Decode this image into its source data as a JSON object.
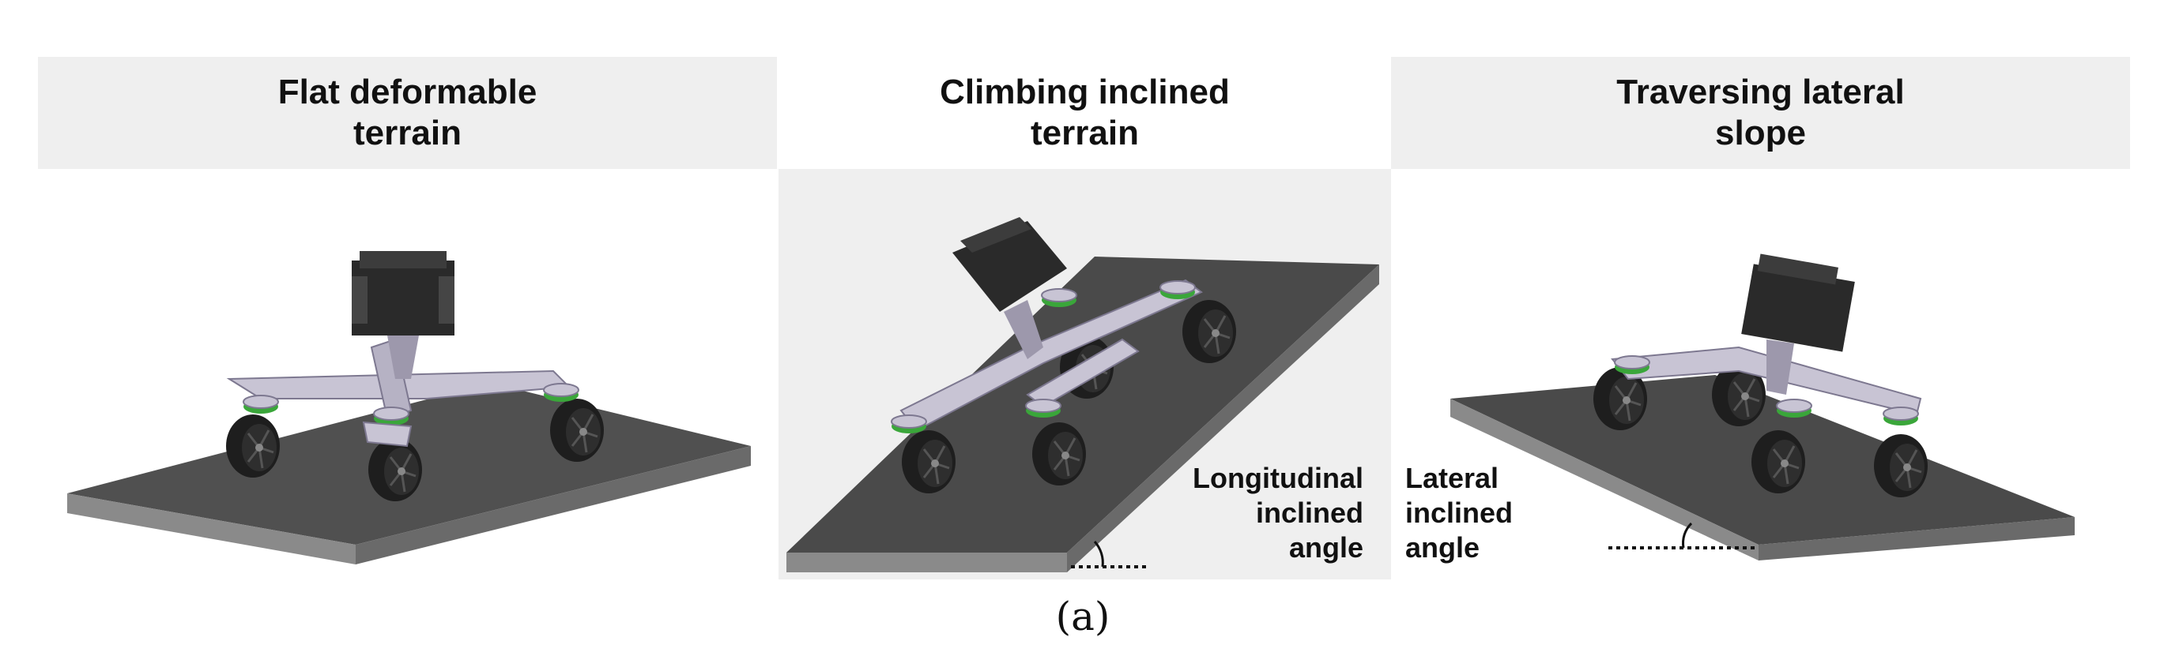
{
  "panels": [
    {
      "title": "Flat deformable\nterrain"
    },
    {
      "title": "Climbing inclined\nterrain",
      "angle_label": "Longitudinal\ninclined\nangle"
    },
    {
      "title": "Traversing lateral\nslope",
      "angle_label": "Lateral\ninclined\nangle"
    }
  ],
  "caption": "(a)",
  "colors": {
    "header_bg": "#efefef",
    "terrain_top": "#505050",
    "terrain_side": "#7a7a7a",
    "chassis": "#c8c4d4",
    "body": "#2a2a2a",
    "joint": "#3aa63a",
    "wheel": "#1e1e1e"
  }
}
